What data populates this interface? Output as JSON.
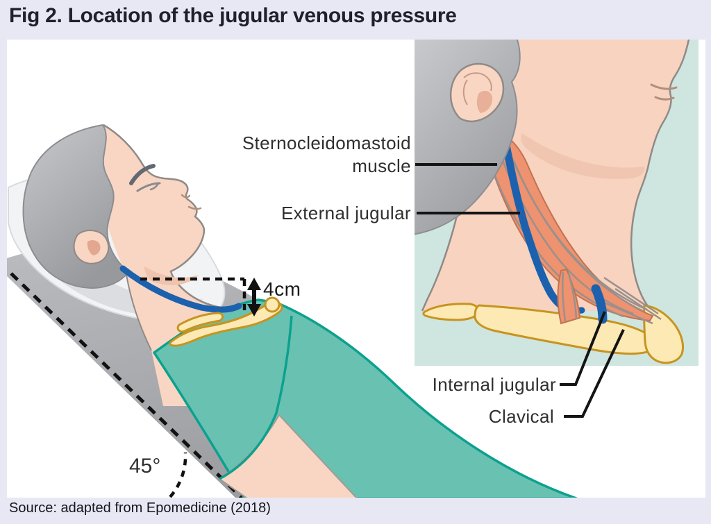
{
  "page": {
    "title": "Fig 2. Location of the jugular venous pressure",
    "source": "Source: adapted from Epomedicine (2018)",
    "background_color": "#e7e8f4"
  },
  "annotations": {
    "sternocleidomastoid_line1": "Sternocleidomastoid",
    "sternocleidomastoid_line2": "muscle",
    "external_jugular": "External jugular",
    "internal_jugular": "Internal jugular",
    "clavical": "Clavical",
    "height_measurement": "4cm",
    "bed_angle": "45°"
  },
  "colors": {
    "gown_teal": "#69c1b2",
    "gown_outline": "#0ba18e",
    "skin": "#f8d6c3",
    "skin_shadow": "#efc4ae",
    "vein_blue": "#1b61ae",
    "muscle_salmon": "#ee9270",
    "muscle_striation": "#9a908c",
    "bone_fill": "#fce9b4",
    "bone_outline": "#c6941f",
    "inset_background": "#cfe5df",
    "hair_gray": "#aaacb0",
    "pillow_white": "#f2f3f5",
    "mattress_gray": "#b1b2b5",
    "annotation_black": "#141414"
  }
}
